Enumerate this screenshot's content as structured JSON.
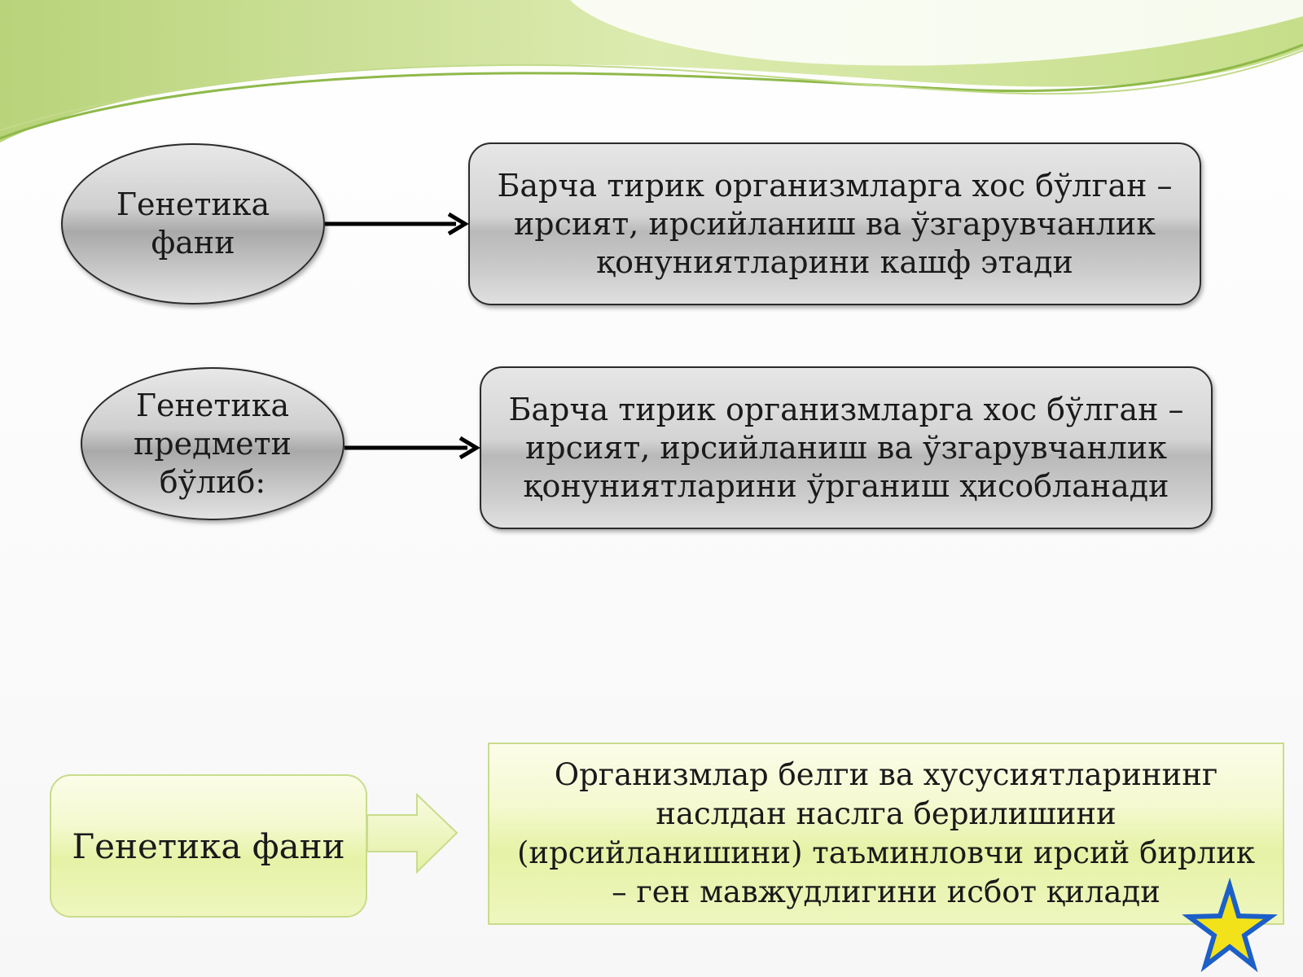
{
  "rows": [
    {
      "subject": "Генетика\nфани",
      "description": "Барча тирик организмларга хос бўлган – ирсият, ирсийланиш ва ўзгарувчанлик қонуниятларини кашф этади"
    },
    {
      "subject": "Генетика\nпредмети\nбўлиб:",
      "description": "Барча тирик организмларга хос бўлган – ирсият, ирсийланиш ва ўзгарувчанлик қонуниятларини ўрганиш ҳисобланади"
    }
  ],
  "bottom": {
    "subject": "Генетика фани",
    "description": "Организмлар белги ва хусусиятларининг наслдан наслга берилишини (ирсийланишини) таъминловчи ирсий бирлик – ген мавжудлигини исбот қилади"
  },
  "colors": {
    "wave_green": "#a8c860",
    "wave_light": "#dbe9a8",
    "star_fill": "#f2e21a",
    "star_stroke": "#1c5fc8",
    "green_box_border": "#c9dc8c",
    "gray_box_border": "#2b2b2b"
  },
  "icons": {
    "star": "star-icon",
    "arrow": "block-arrow-icon"
  }
}
